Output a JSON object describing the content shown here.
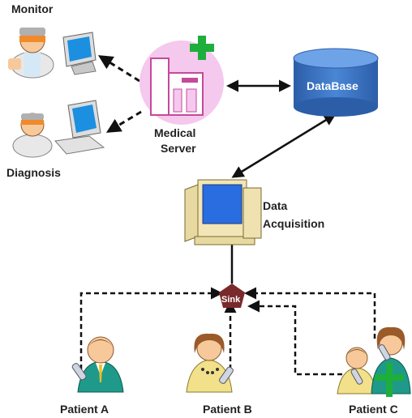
{
  "labels": {
    "monitor": "Monitor",
    "diagnosis": "Diagnosis",
    "medical": "Medical",
    "server": "Server",
    "database": "DataBase",
    "data": "Data",
    "acquisition": "Acquisition",
    "sink": "Sink",
    "patient_a": "Patient A",
    "patient_b": "Patient B",
    "patient_c": "Patient C"
  },
  "colors": {
    "server_bg": "#f5c8ee",
    "database": "#3a72c0",
    "sink": "#7a2a2a",
    "medical_cross": "#1eae3c",
    "screen": "#1c8fe0"
  },
  "icons": [
    "doctor-icon",
    "computer-icon",
    "hospital-icon",
    "medical-cross-icon",
    "database-icon",
    "pc-icon",
    "sink-node-icon",
    "patient-icon",
    "sensor-icon"
  ]
}
